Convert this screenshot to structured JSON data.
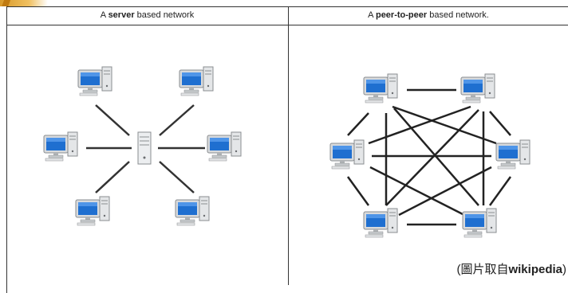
{
  "panels": {
    "left": {
      "title_prefix": "A ",
      "title_bold": "server",
      "title_suffix": " based network"
    },
    "right": {
      "title_prefix": "A ",
      "title_bold": "peer-to-peer",
      "title_suffix": " based network."
    }
  },
  "caption": {
    "open": "(圖片取自",
    "source": "wikipedia",
    "close": ")"
  },
  "colors": {
    "line": "#333333",
    "screen": "#1f6fd0",
    "case": "#e4e6e8",
    "accent": "#d89a2a"
  }
}
